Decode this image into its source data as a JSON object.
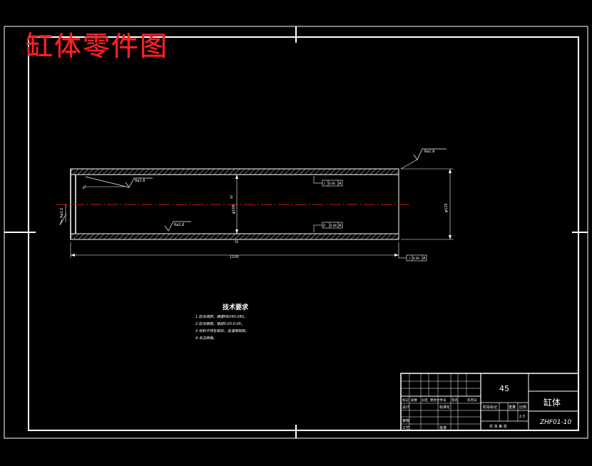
{
  "drawing": {
    "title": "缸体零件图"
  },
  "roughness": {
    "outer_top": "Ra1.6",
    "inner": "Ra1.6",
    "bottom": "Ra1.6",
    "end_face": "Ra3.2"
  },
  "dimensions": {
    "length": "1100",
    "inner_dia": "φ100",
    "outer_dia": "φ125",
    "wall_mark": "40",
    "chamfer": "45°",
    "small_mark": "50"
  },
  "tolerance_frames": {
    "upper": [
      "/",
      "0.06",
      "A"
    ],
    "lower": [
      "//",
      "0.06",
      "A"
    ],
    "datum": [
      "⊥",
      "0.06",
      "A"
    ]
  },
  "tech_requirements": {
    "heading": "技术要求",
    "lines": [
      "1.缸体调质，硬度HB240-280。",
      "2.缸体镀铬，铬层0.03-0.05。",
      "3.材料不得有裂纹，夹渣等缺陷。",
      "4.未注倒角。"
    ]
  },
  "title_block": {
    "material": "45",
    "part_name": "缸体",
    "drawing_no": "ZHF01-10",
    "scale": "1:5",
    "header_cells": [
      "标记",
      "处数",
      "分区",
      "更改文件号",
      "签名",
      "年月日"
    ],
    "design_label": "设计",
    "standardize_label": "标准化",
    "review_label": "审核",
    "process_label": "工艺",
    "approve_label": "批准",
    "stage_label": "阶段标记",
    "weight_label": "重量",
    "ratio_label": "比例",
    "sheets": "共 张  第 张"
  }
}
